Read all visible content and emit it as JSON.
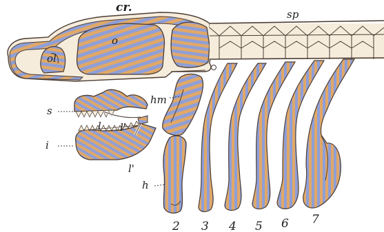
{
  "labels": {
    "cr": "cr.",
    "sp": "sp",
    "o": "o",
    "ol": "ol",
    "hm": "hm",
    "s": "s",
    "i": "i",
    "l1": "l",
    "l2": "l'",
    "l3": "l'",
    "h": "h",
    "arch_2": "2",
    "arch_3": "3",
    "arch_4": "4",
    "arch_5": "5",
    "arch_6": "6",
    "arch_7": "7"
  },
  "colors": {
    "stripe_blue": "#8f9fd8",
    "stripe_orange": "#e0a868",
    "outline": "#4a3c34",
    "background": "#ffffff"
  }
}
